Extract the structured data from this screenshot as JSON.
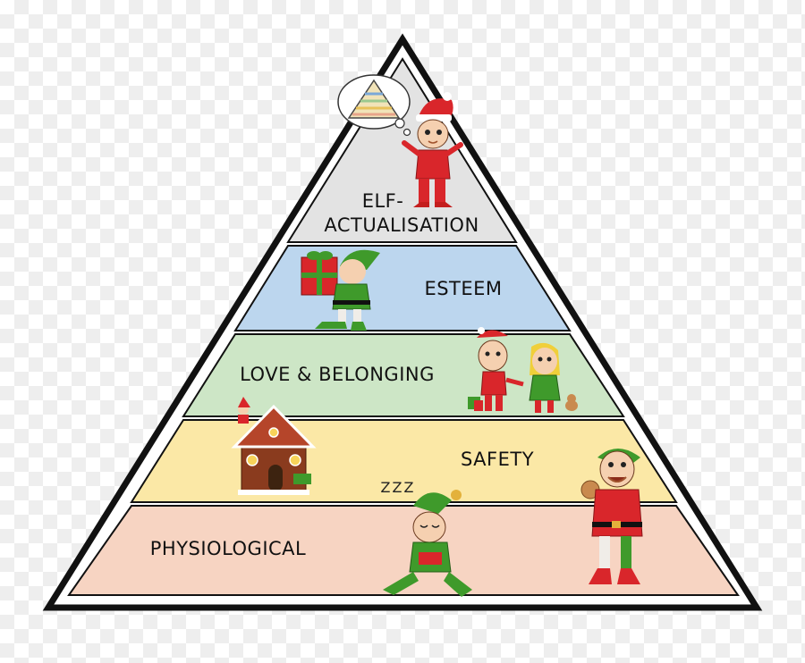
{
  "diagram": {
    "tiers": [
      {
        "key": "self",
        "label_line1": "ELF-",
        "label_line2": "ACTUALISATION",
        "color": "#e3e3e3"
      },
      {
        "key": "esteem",
        "label": "ESTEEM",
        "color": "#bcd6ee"
      },
      {
        "key": "love",
        "label": "LOVE & BELONGING",
        "color": "#cde6c6"
      },
      {
        "key": "safety",
        "label": "SAFETY",
        "color": "#fbe8a6"
      },
      {
        "key": "phys",
        "label": "PHYSIOLOGICAL",
        "color": "#f7d4c2"
      }
    ],
    "sleep_text": "ZZZ",
    "colors": {
      "outline": "#111111",
      "elf_red": "#d9262b",
      "elf_green": "#3f9a2b",
      "gold": "#e3b13b"
    }
  }
}
